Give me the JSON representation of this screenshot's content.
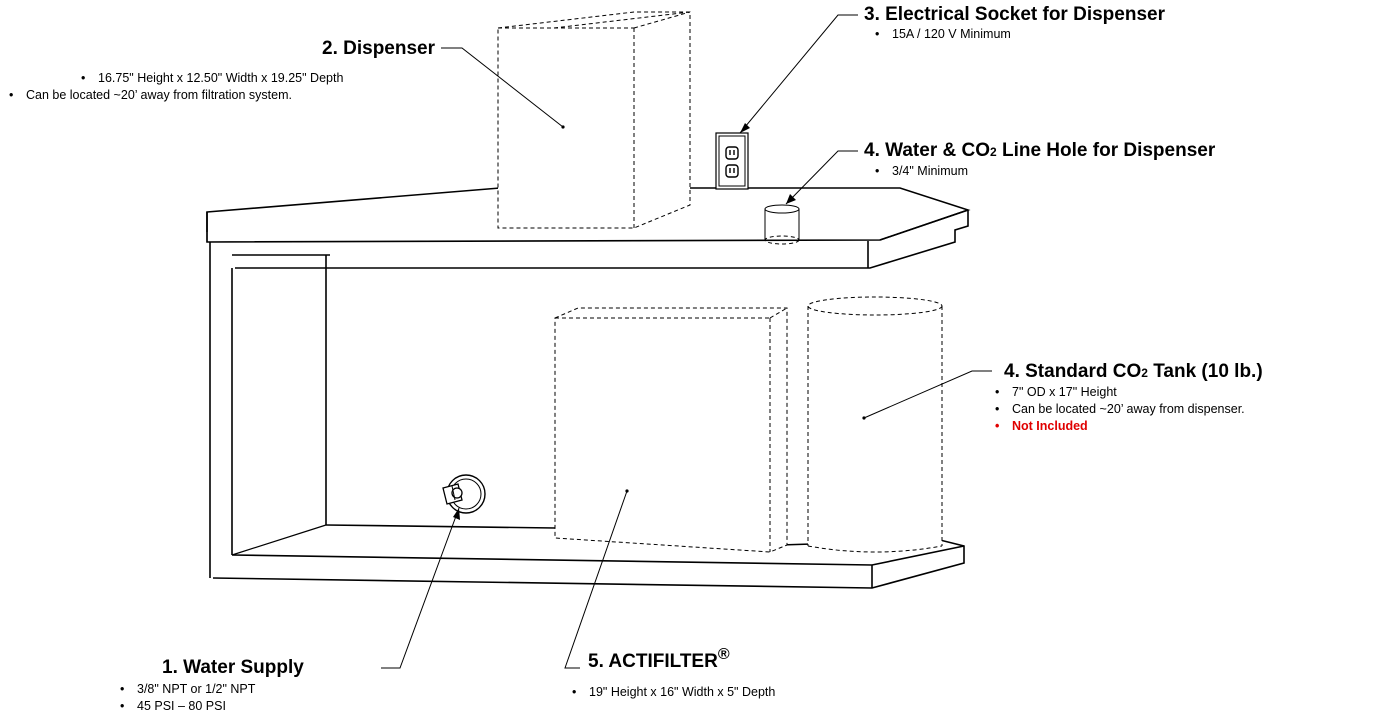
{
  "labels": {
    "dispenser": {
      "title": "2. Dispenser",
      "bullets": [
        "16.75\" Height x 12.50\" Width x 19.25\" Depth",
        "Can be located ~20’ away from filtration system."
      ]
    },
    "socket": {
      "title": "3. Electrical Socket for Dispenser",
      "bullets": [
        "15A / 120 V Minimum"
      ]
    },
    "line_hole": {
      "title_pre": "4. Water & CO",
      "title_sub": "2",
      "title_post": " Line Hole for Dispenser",
      "bullets": [
        "3/4\" Minimum"
      ]
    },
    "co2_tank": {
      "title_pre": "4. Standard CO",
      "title_sub": "2",
      "title_post": " Tank (10 lb.)",
      "bullets": [
        "7\" OD x 17\" Height",
        "Can be located ~20’ away from dispenser."
      ],
      "warning": "Not Included"
    },
    "water_supply": {
      "title": "1. Water Supply",
      "bullets": [
        "3/8\" NPT or 1/2\" NPT",
        "45 PSI – 80 PSI"
      ]
    },
    "actifilter": {
      "title": "5. ACTIFILTER",
      "mark": "®",
      "bullets": [
        "19\" Height x 16\" Width x 5\" Depth"
      ]
    }
  },
  "colors": {
    "line": "#000000",
    "warning": "#e00000",
    "background": "#ffffff"
  }
}
